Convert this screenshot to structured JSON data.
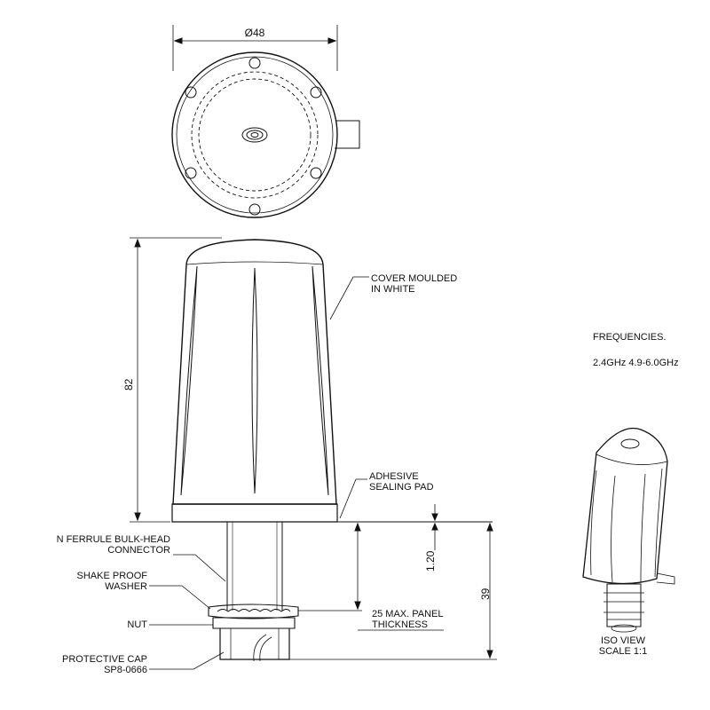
{
  "dimensions": {
    "diameter": "Ø48",
    "height": "82",
    "pad_thickness": "1.20",
    "connector_length": "39"
  },
  "callouts": {
    "cover": [
      "COVER MOULDED",
      "IN WHITE"
    ],
    "adhesive": [
      "ADHESIVE",
      "SEALING PAD"
    ],
    "connector": [
      "N FERRULE BULK-HEAD",
      "CONNECTOR"
    ],
    "washer": [
      "SHAKE PROOF",
      "WASHER"
    ],
    "nut": "NUT",
    "cap": [
      "PROTECTIVE CAP",
      "SP8-0666"
    ],
    "panel": [
      "25 MAX. PANEL",
      "THICKNESS"
    ]
  },
  "frequencies": {
    "title": "FREQUENCIES.",
    "values": "2.4GHz 4.9-6.0GHz"
  },
  "iso_view": {
    "title": "ISO VIEW",
    "scale": "SCALE 1:1"
  }
}
